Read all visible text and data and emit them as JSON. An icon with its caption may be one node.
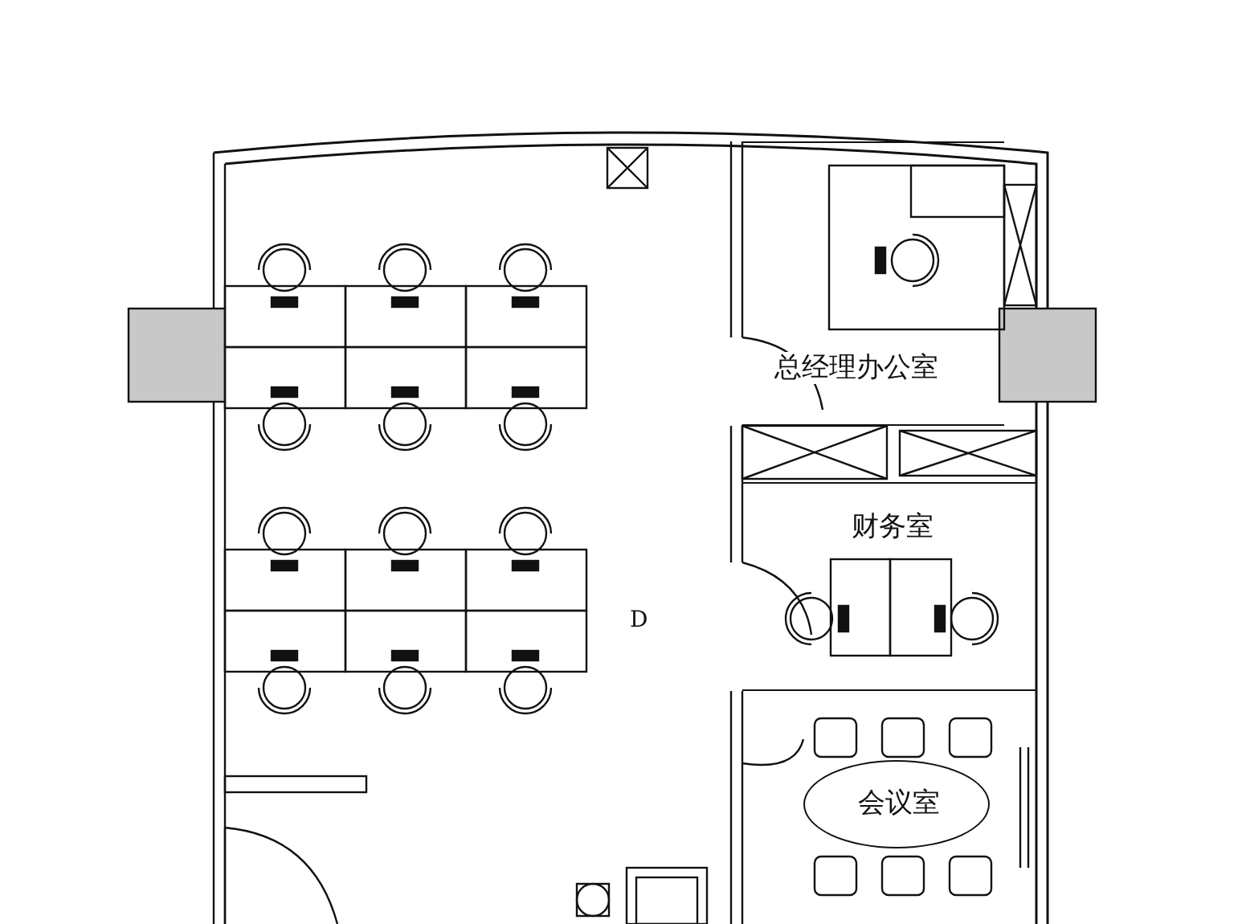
{
  "diagram": {
    "nodes": [
      {
        "text": [
          "总经理办公室"
        ]
      },
      {
        "text": [
          "财务室"
        ]
      },
      {
        "text": [
          "会议室"
        ]
      }
    ],
    "labels": [
      "D"
    ]
  }
}
